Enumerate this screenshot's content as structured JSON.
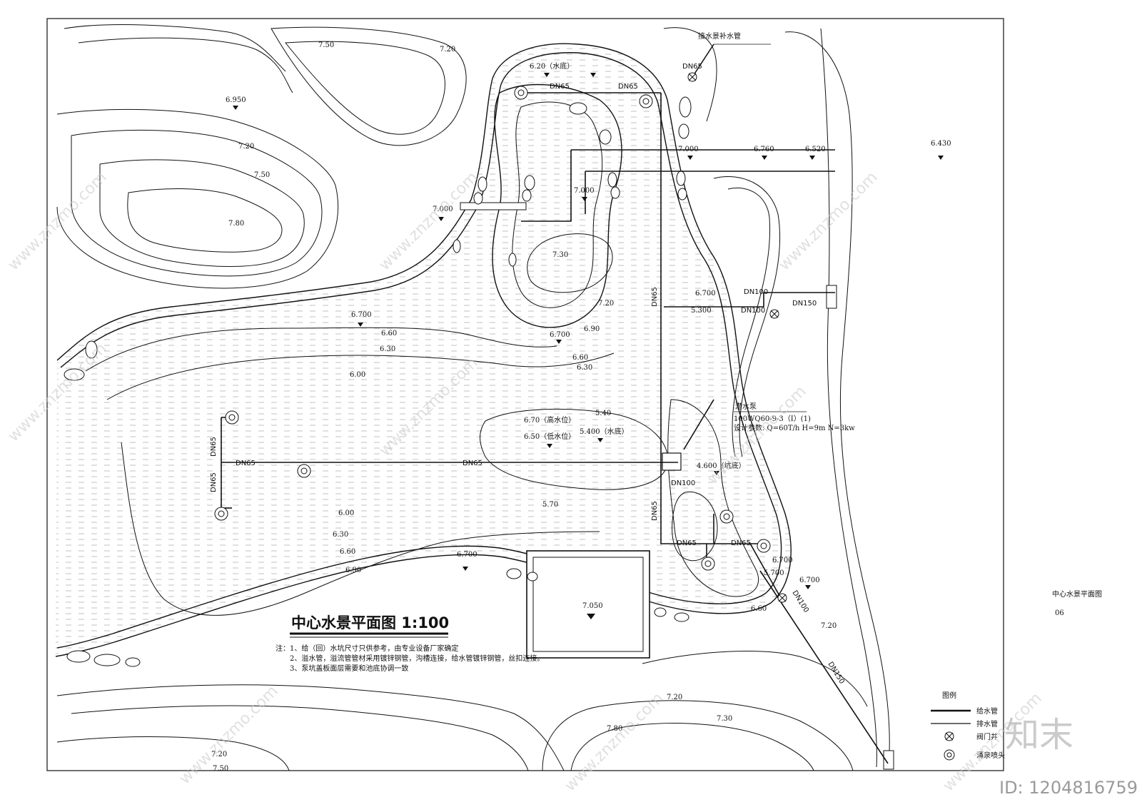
{
  "title": "中心水景平面图 1:100",
  "notes": [
    "注：1、给（回）水坑尺寸只供参考，由专业设备厂家确定",
    "2、溢水管，溢流管管材采用镀锌钢管，沟槽连接，给水管镀锌钢管，丝扣连接。",
    "3、泵坑盖板面层需要和池底协调一致"
  ],
  "side_title": "中心水景平面图",
  "sheet_no": "06",
  "legend": {
    "title": "图例",
    "items": [
      "给水管",
      "排水管",
      "阀门井",
      "涌泉喷头"
    ]
  },
  "pump": {
    "name": "潜水泵",
    "model": "100WQ60-9-3（I）(1)",
    "params": "设计参数: Q=60T/h H=9m N=3kw"
  },
  "makeup_pipe_label": "接水景补水管",
  "elevations": [
    "7.50",
    "7.20",
    "6.950",
    "7.20",
    "7.50",
    "7.80",
    "6.20（水底）",
    "6.430",
    "6.760",
    "6.520",
    "7.000",
    "7.000",
    "7.000",
    "7.30",
    "7.20",
    "6.90",
    "6.700",
    "6.700",
    "6.60",
    "6.30",
    "6.00",
    "6.60",
    "6.30",
    "5.40",
    "6.70（高水位）",
    "6.50（低水位）",
    "5.400（水底）",
    "4.600（坑底）",
    "6.700",
    "5.300",
    "5.70",
    "6.00",
    "6.30",
    "6.60",
    "6.90",
    "6.700",
    "7.050",
    "6.700",
    "5.700",
    "6.700",
    "6.60",
    "7.20",
    "7.20",
    "7.30",
    "7.80",
    "7.20",
    "7.50"
  ],
  "pipe_labels": [
    "DN65",
    "DN65",
    "DN65",
    "DN65",
    "DN65",
    "DN65",
    "DN65",
    "DN65",
    "DN65",
    "DN65",
    "DN65",
    "DN100",
    "DN100",
    "DN150",
    "DN100",
    "DN150",
    "DN100"
  ],
  "watermark": {
    "site": "www.znzmo.com",
    "brand": "知末",
    "id": "ID: 1204816759"
  }
}
